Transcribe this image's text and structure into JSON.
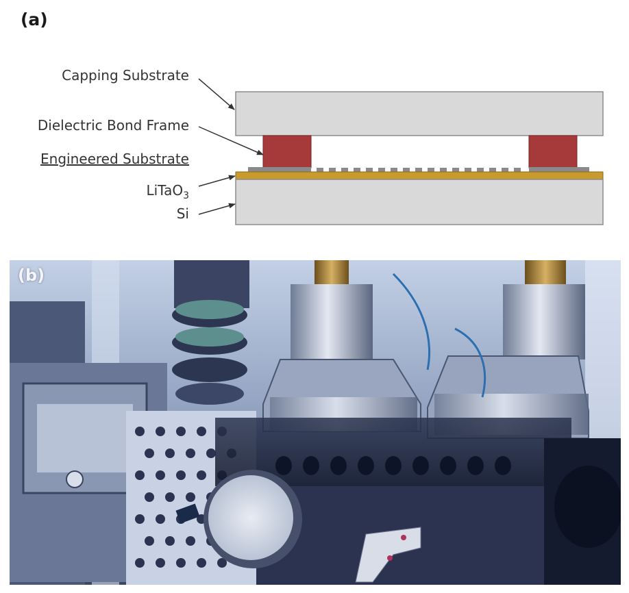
{
  "panel_a": {
    "label": "(a)",
    "layers": {
      "capping": "Capping Substrate",
      "dielectric": "Dielectric Bond Frame",
      "engineered": "Engineered Substrate",
      "litao3_main": "LiTaO",
      "litao3_sub": "3",
      "si": "Si"
    },
    "colors": {
      "substrate_fill": "#d9d9d9",
      "substrate_stroke": "#8c8c8c",
      "bond_frame": "#a63a3a",
      "litao3": "#c99a2e",
      "electrode": "#8a8a8a",
      "arrow": "#333333"
    }
  },
  "panel_b": {
    "label": "(b)",
    "description_icon": "wafer-bonding-equipment-photo"
  }
}
